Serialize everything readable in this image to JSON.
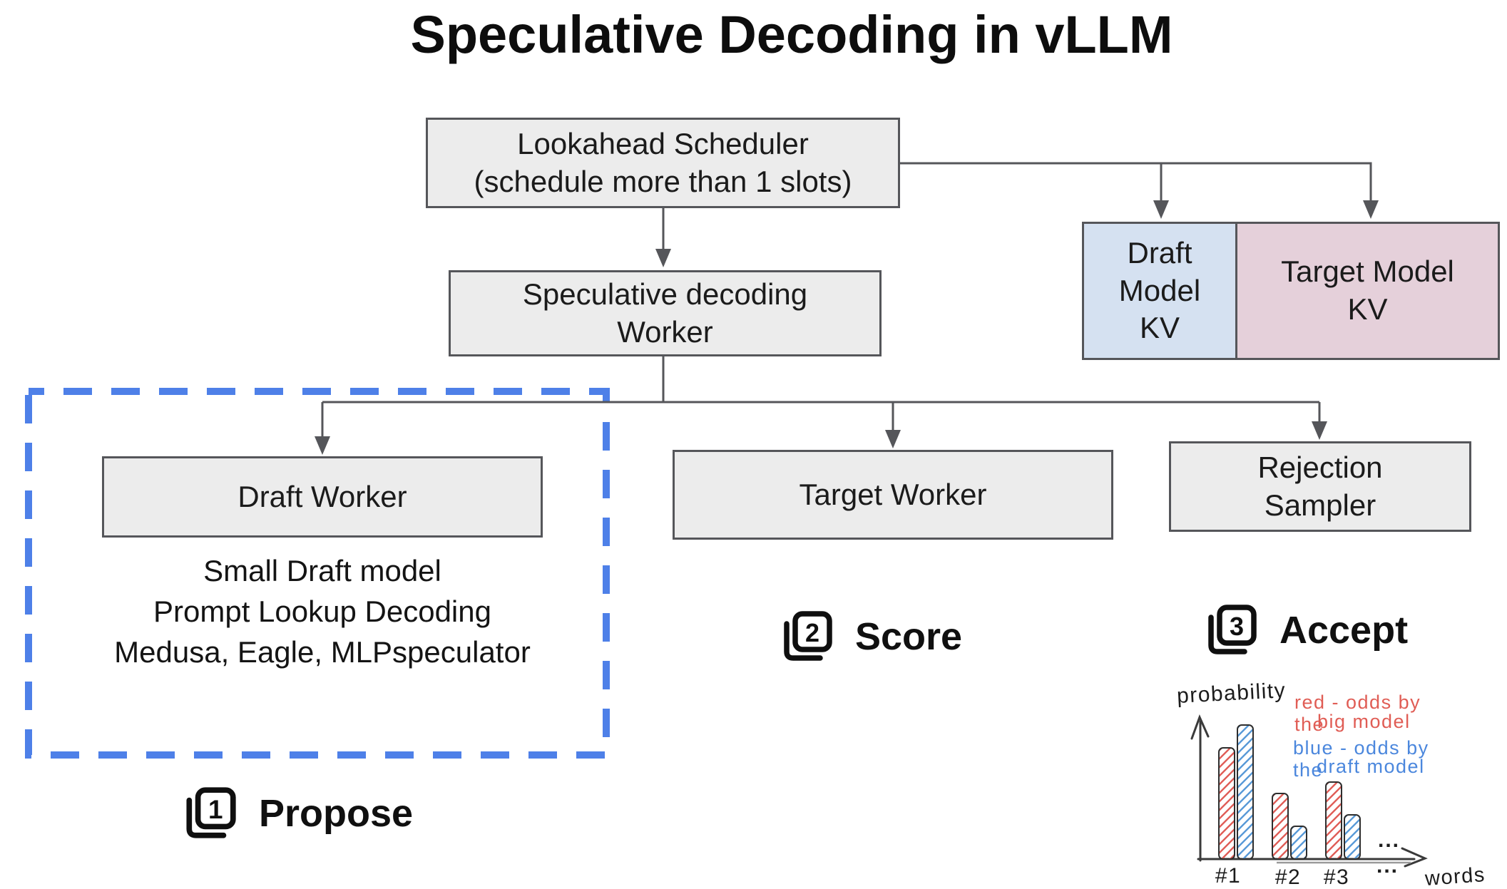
{
  "title": "Speculative Decoding in vLLM",
  "nodes": {
    "scheduler": {
      "line1": "Lookahead Scheduler",
      "line2": "(schedule more than 1 slots)"
    },
    "spec_worker": {
      "line1": "Speculative decoding",
      "line2": "Worker"
    },
    "draft_model_kv": {
      "label": "Draft Model KV"
    },
    "target_model_kv": {
      "label": "Target Model KV"
    },
    "draft_worker": {
      "label": "Draft Worker",
      "details": [
        "Small Draft model",
        "Prompt Lookup Decoding",
        "Medusa, Eagle, MLPspeculator"
      ]
    },
    "target_worker": {
      "label": "Target Worker"
    },
    "rejection_sampler": {
      "line1": "Rejection",
      "line2": "Sampler"
    }
  },
  "steps": {
    "propose": {
      "number": "1",
      "label": "Propose"
    },
    "score": {
      "number": "2",
      "label": "Score"
    },
    "accept": {
      "number": "3",
      "label": "Accept"
    }
  },
  "chart_data": {
    "type": "bar",
    "title": "",
    "ylabel": "probability",
    "xlabel": "words",
    "categories": [
      "#1",
      "#2",
      "#3"
    ],
    "series": [
      {
        "name": "red - odds by the big model",
        "color": "#e0605a",
        "values": [
          0.79,
          0.47,
          0.55
        ]
      },
      {
        "name": "blue - odds by the draft model",
        "color": "#5b9bd8",
        "values": [
          0.95,
          0.24,
          0.32
        ]
      }
    ],
    "ylim": [
      0,
      1
    ],
    "grid": false,
    "legend_position": "top-right",
    "legend": {
      "red_line1": "red - odds by the",
      "red_line2": "big model",
      "blue_line1": "blue - odds by the",
      "blue_line2": "draft model"
    },
    "ellipsis": "..."
  },
  "colors": {
    "box_fill": "#ececec",
    "box_border": "#55565a",
    "draft_kv_fill": "#d5e1f1",
    "target_kv_fill": "#e5d0da",
    "dashed_border": "#4e80e8",
    "connector": "#55565a",
    "chart_red": "#e0605a",
    "chart_blue": "#5b9bd8",
    "legend_red_text": "#e05d55",
    "legend_blue_text": "#4b87dd"
  }
}
